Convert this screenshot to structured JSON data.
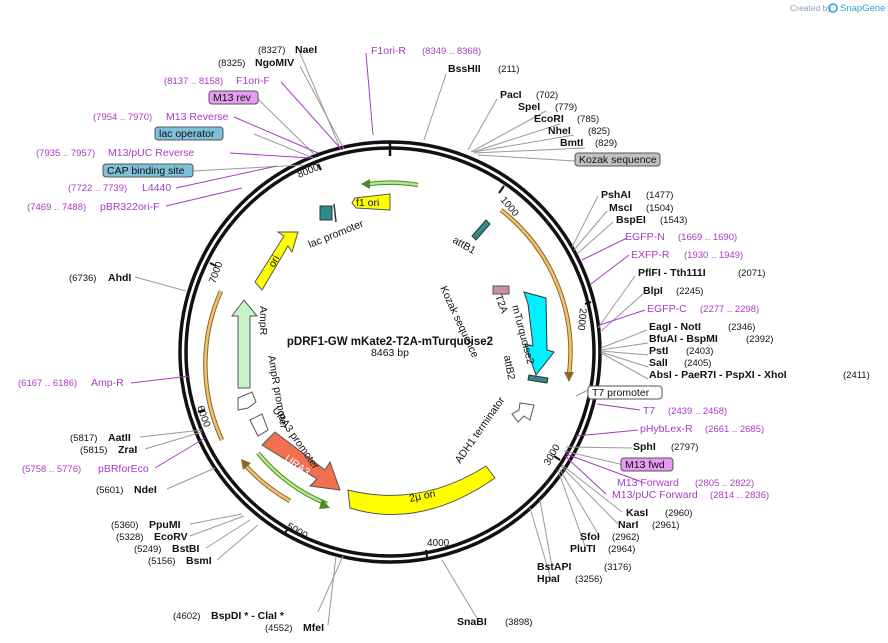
{
  "credit": {
    "prefix": "Created by",
    "brand": "SnapGene"
  },
  "plasmid": {
    "name": "pDRF1-GW mKate2-T2A-mTurquoise2",
    "length_label": "8463 bp"
  },
  "ticks": [
    "1000",
    "2000",
    "3000",
    "4000",
    "5000",
    "6000",
    "7000",
    "8000"
  ],
  "features": [
    {
      "label": "f1 ori"
    },
    {
      "label": "lac promoter"
    },
    {
      "label": "attB1"
    },
    {
      "label": "Kozak sequence"
    },
    {
      "label": "T2A"
    },
    {
      "label": "mTurquoise2"
    },
    {
      "label": "attB2"
    },
    {
      "label": "ADH1 terminator"
    },
    {
      "label": "2μ ori"
    },
    {
      "label": "URA3"
    },
    {
      "label": "URA3 promoter"
    },
    {
      "label": "AmpR promoter"
    },
    {
      "label": "AmpR"
    },
    {
      "label": "ori"
    }
  ],
  "sites": [
    {
      "name": "NaeI",
      "pos": "(8327)"
    },
    {
      "name": "NgoMIV",
      "pos": "(8325)"
    },
    {
      "name": "BssHII",
      "pos": "(211)"
    },
    {
      "name": "PacI",
      "pos": "(702)"
    },
    {
      "name": "SpeI",
      "pos": "(779)"
    },
    {
      "name": "EcoRI",
      "pos": "(785)"
    },
    {
      "name": "NheI",
      "pos": "(825)"
    },
    {
      "name": "BmtI",
      "pos": "(829)"
    },
    {
      "name": "PshAI",
      "pos": "(1477)"
    },
    {
      "name": "MscI",
      "pos": "(1504)"
    },
    {
      "name": "BspEI",
      "pos": "(1543)"
    },
    {
      "name": "PflFI  -  Tth111I",
      "pos": "(2071)"
    },
    {
      "name": "BlpI",
      "pos": "(2245)"
    },
    {
      "name": "EagI  - NotI",
      "pos": "(2346)"
    },
    {
      "name": "BfuAI  - BspMI",
      "pos": "(2392)"
    },
    {
      "name": "PstI",
      "pos": "(2403)"
    },
    {
      "name": "SalI",
      "pos": "(2405)"
    },
    {
      "name": "AbsI  - PaeR7I  - PspXI  - XhoI",
      "pos": "(2411)"
    },
    {
      "name": "SphI",
      "pos": "(2797)"
    },
    {
      "name": "KasI",
      "pos": "(2960)"
    },
    {
      "name": "NarI",
      "pos": "(2961)"
    },
    {
      "name": "SfoI",
      "pos": "(2962)"
    },
    {
      "name": "PluTI",
      "pos": "(2964)"
    },
    {
      "name": "BstAPI",
      "pos": "(3176)"
    },
    {
      "name": "HpaI",
      "pos": "(3256)"
    },
    {
      "name": "SnaBI",
      "pos": "(3898)"
    },
    {
      "name": "BspDI *  - ClaI *",
      "pos": "(4602)"
    },
    {
      "name": "MfeI",
      "pos": "(4552)"
    },
    {
      "name": "BsmI",
      "pos": "(5156)"
    },
    {
      "name": "BstBI",
      "pos": "(5249)"
    },
    {
      "name": "EcoRV",
      "pos": "(5328)"
    },
    {
      "name": "PpuMI",
      "pos": "(5360)"
    },
    {
      "name": "NdeI",
      "pos": "(5601)"
    },
    {
      "name": "ZraI",
      "pos": "(5815)"
    },
    {
      "name": "AatII",
      "pos": "(5817)"
    },
    {
      "name": "AhdI",
      "pos": "(6736)"
    }
  ],
  "primers": [
    {
      "name": "F1ori-R",
      "pos": "(8349 .. 8368)"
    },
    {
      "name": "F1ori-F",
      "pos": "(8137 .. 8158)"
    },
    {
      "name": "M13 Reverse",
      "pos": "(7954 .. 7970)"
    },
    {
      "name": "M13/pUC Reverse",
      "pos": "(7935 .. 7957)"
    },
    {
      "name": "L4440",
      "pos": "(7722 .. 7739)"
    },
    {
      "name": "pBR322ori-F",
      "pos": "(7469 .. 7488)"
    },
    {
      "name": "EGFP-N",
      "pos": "(1669 .. 1690)"
    },
    {
      "name": "EXFP-R",
      "pos": "(1930 .. 1949)"
    },
    {
      "name": "EGFP-C",
      "pos": "(2277 .. 2298)"
    },
    {
      "name": "T7",
      "pos": "(2439 .. 2458)"
    },
    {
      "name": "pHybLex-R",
      "pos": "(2661 .. 2685)"
    },
    {
      "name": "M13 Forward",
      "pos": "(2805 .. 2822)"
    },
    {
      "name": "M13/pUC Forward",
      "pos": "(2814 .. 2836)"
    },
    {
      "name": "Amp-R",
      "pos": "(6167 .. 6186)"
    },
    {
      "name": "pBRforEco",
      "pos": "(5758 .. 5776)"
    }
  ],
  "boxes": [
    {
      "label": "M13 rev"
    },
    {
      "label": "lac operator"
    },
    {
      "label": "CAP binding site"
    },
    {
      "label": "Kozak sequence"
    },
    {
      "label": "T7 promoter"
    },
    {
      "label": "M13 fwd"
    }
  ]
}
